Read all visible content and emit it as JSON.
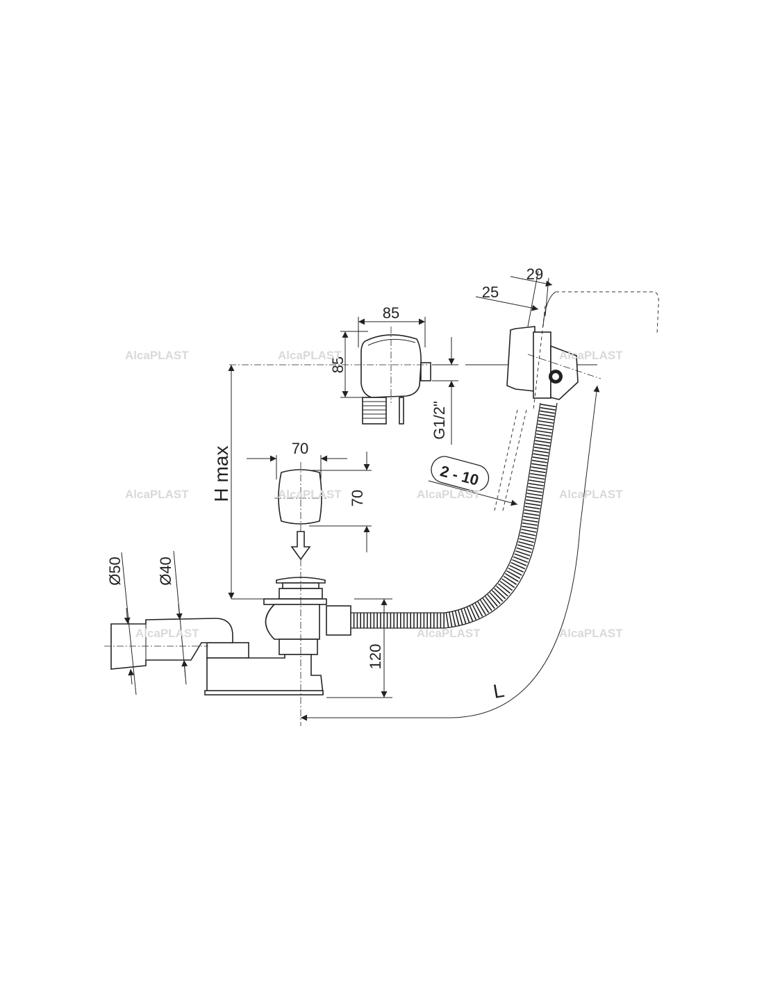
{
  "watermark": "AlcaPLAST",
  "dimensions": {
    "dim_29": "29",
    "dim_25": "25",
    "overflow_width": "85",
    "overflow_height": "85",
    "thread": "G1/2\"",
    "h_max": "H max",
    "cap_width": "70",
    "cap_height": "70",
    "range": "2 - 10",
    "d50": "Ø50",
    "d40": "Ø40",
    "height_120": "120",
    "length": "L"
  }
}
